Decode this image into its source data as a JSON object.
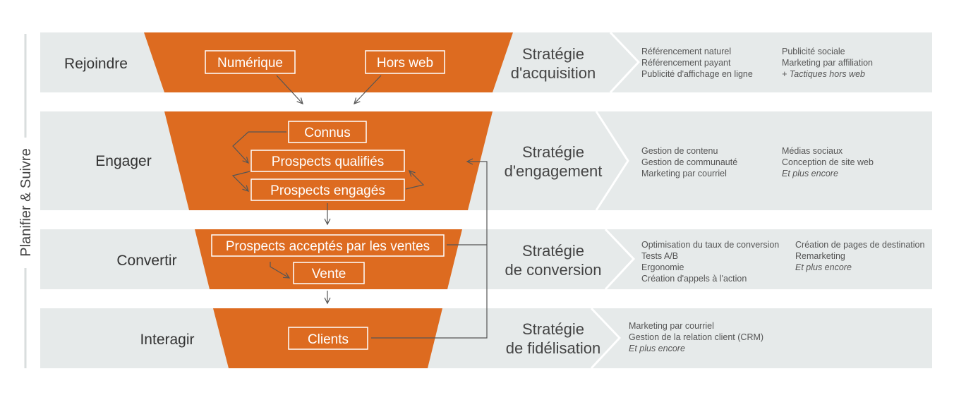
{
  "side_label": "Planifier & Suivre",
  "colors": {
    "band": "#e6eaea",
    "funnel": "#dd6b20",
    "chevron": "#ffffff",
    "arrow": "#555555"
  },
  "stages": [
    {
      "label": "Rejoindre",
      "strategy": [
        "Stratégie",
        "d'acquisition"
      ],
      "tactics_col1": [
        "Référencement naturel",
        "Référencement payant",
        "Publicité d'affichage en ligne"
      ],
      "tactics_col2": [
        "Publicité sociale",
        "Marketing par affiliation",
        "+  Tactiques hors web"
      ]
    },
    {
      "label": "Engager",
      "strategy": [
        "Stratégie",
        "d'engagement"
      ],
      "tactics_col1": [
        "Gestion de contenu",
        "Gestion de communauté",
        "Marketing par courriel"
      ],
      "tactics_col2": [
        "Médias sociaux",
        "Conception de site web",
        "Et plus encore"
      ]
    },
    {
      "label": "Convertir",
      "strategy": [
        "Stratégie",
        "de conversion"
      ],
      "tactics_col1": [
        "Optimisation du taux de conversion",
        "Tests A/B",
        "Ergonomie",
        "Création d'appels à l'action"
      ],
      "tactics_col2": [
        "Création de pages de destination",
        "Remarketing",
        "Et plus encore"
      ]
    },
    {
      "label": "Interagir",
      "strategy": [
        "Stratégie",
        "de fidélisation"
      ],
      "tactics_col1": [
        "Marketing par courriel",
        "Gestion de la relation client (CRM)",
        "Et plus encore"
      ],
      "tactics_col2": []
    }
  ],
  "boxes": {
    "numerique": "Numérique",
    "hors_web": "Hors web",
    "connus": "Connus",
    "qualifies": "Prospects qualifiés",
    "engages": "Prospects engagés",
    "acceptes": "Prospects acceptés par les ventes",
    "vente": "Vente",
    "clients": "Clients"
  }
}
